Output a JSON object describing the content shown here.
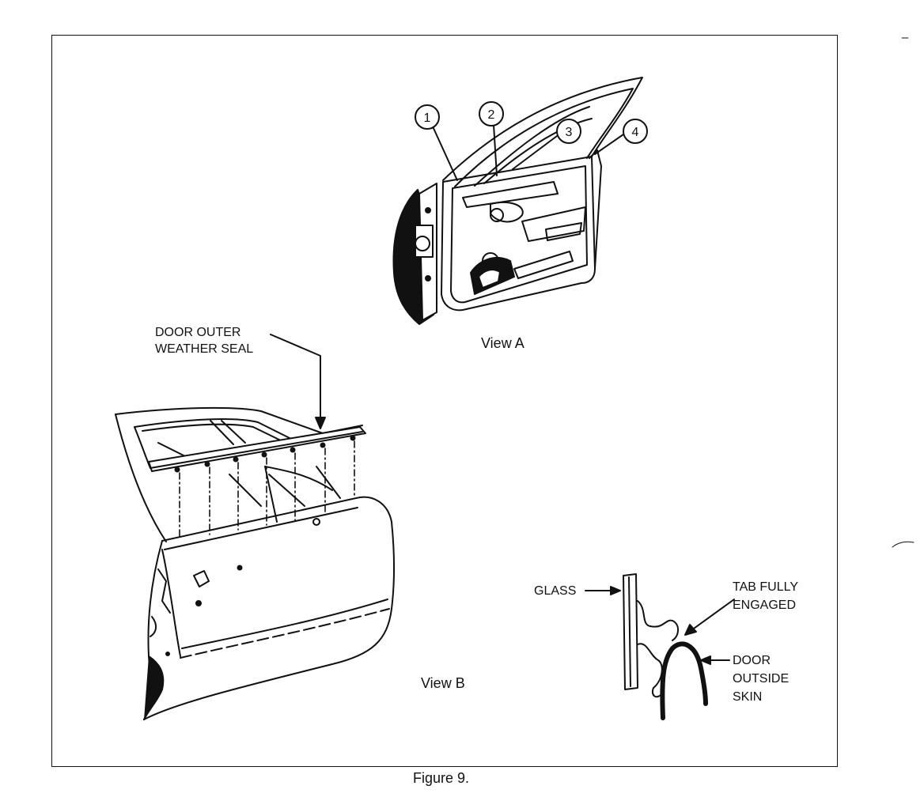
{
  "figure": {
    "caption": "Figure 9.",
    "view_a": {
      "label": "View A",
      "callouts": [
        "1",
        "2",
        "3",
        "4"
      ]
    },
    "view_b": {
      "label": "View B",
      "seal_label_line1": "DOOR OUTER",
      "seal_label_line2": "WEATHER SEAL"
    },
    "detail": {
      "glass_label": "GLASS",
      "tab_line1": "TAB FULLY",
      "tab_line2": "ENGAGED",
      "skin_line1": "DOOR",
      "skin_line2": "OUTSIDE",
      "skin_line3": "SKIN"
    }
  }
}
